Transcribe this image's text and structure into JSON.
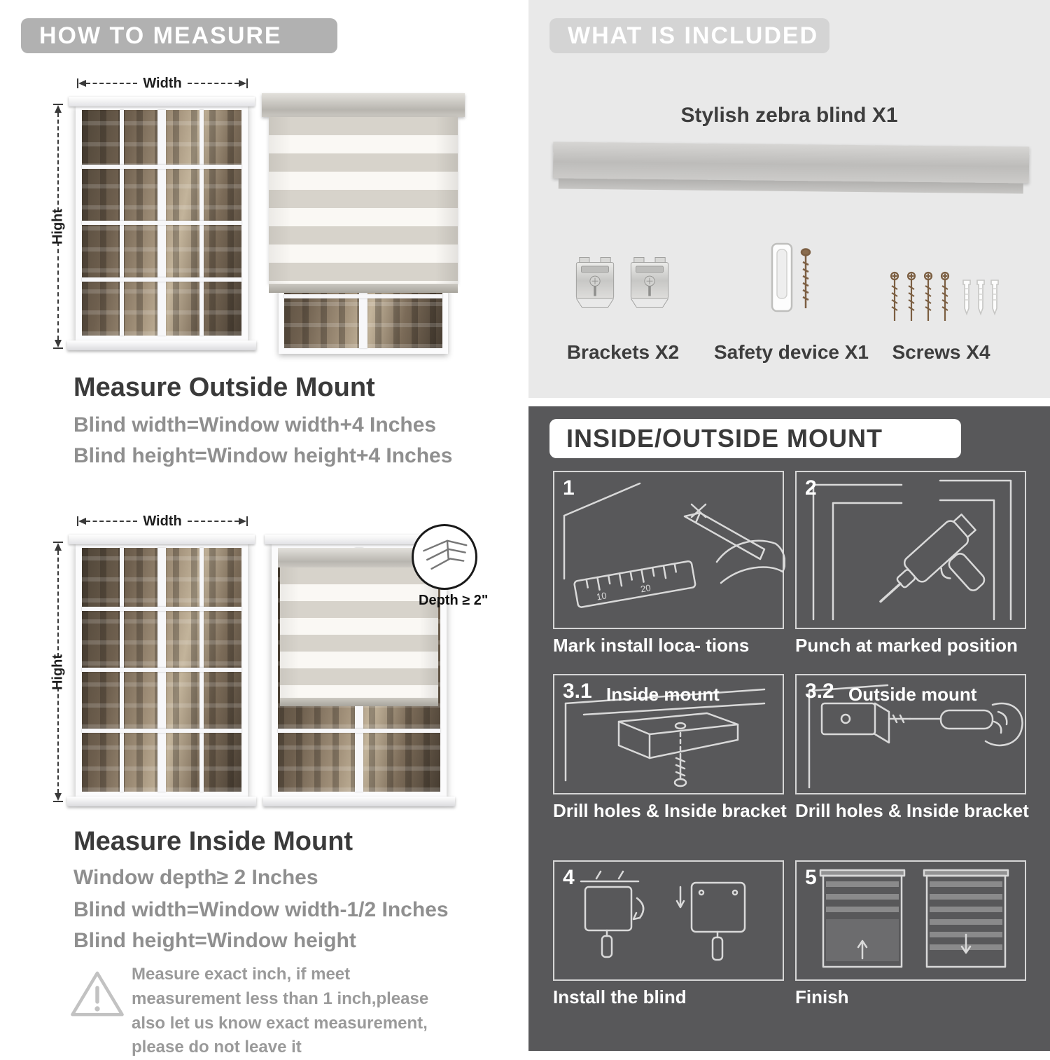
{
  "colors": {
    "left_pill_bg": "#b1b1b1",
    "included_pill_bg": "#d4d4d4",
    "light_panel_bg": "#e9e9e9",
    "dark_panel_bg": "#58585a",
    "heading_text": "#3a3a3a",
    "gray_text": "#8f8f8f",
    "stripe_gray": "#d7d3cb"
  },
  "how_to_measure": {
    "header": "HOW TO MEASURE",
    "width_label": "Width",
    "height_label": "Hight",
    "outside_mount": {
      "title": "Measure Outside Mount",
      "line1": "Blind width=Window width+4 Inches",
      "line2": "Blind height=Window height+4 Inches"
    },
    "inside_mount": {
      "title": "Measure Inside Mount",
      "depth_label": "Depth ≥ 2\"",
      "line1": "Window depth≥ 2 Inches",
      "line2": "Blind width=Window width-1/2 Inches",
      "line3": "Blind height=Window height"
    },
    "warning_note": "Measure exact inch, if meet measurement less than 1 inch,please also let us know exact measurement, please do not leave it"
  },
  "what_is_included": {
    "header": "WHAT IS INCLUDED",
    "blind_label": "Stylish zebra blind X1",
    "items": [
      {
        "label": "Brackets X2"
      },
      {
        "label": "Safety device X1"
      },
      {
        "label": "Screws X4"
      }
    ]
  },
  "mount_guide": {
    "header": "INSIDE/OUTSIDE MOUNT",
    "ruler": {
      "m1": "10",
      "m2": "20"
    },
    "steps": [
      {
        "num": "1",
        "title": "",
        "caption": "Mark install loca- tions"
      },
      {
        "num": "2",
        "title": "",
        "caption": "Punch at  marked position"
      },
      {
        "num": "3.1",
        "title": "Inside mount",
        "caption": "Drill holes &  Inside bracket"
      },
      {
        "num": "3.2",
        "title": "Outside mount",
        "caption": "Drill holes &  Inside bracket"
      },
      {
        "num": "4",
        "title": "",
        "caption": "Install the blind"
      },
      {
        "num": "5",
        "title": "",
        "caption": "Finish"
      }
    ]
  }
}
